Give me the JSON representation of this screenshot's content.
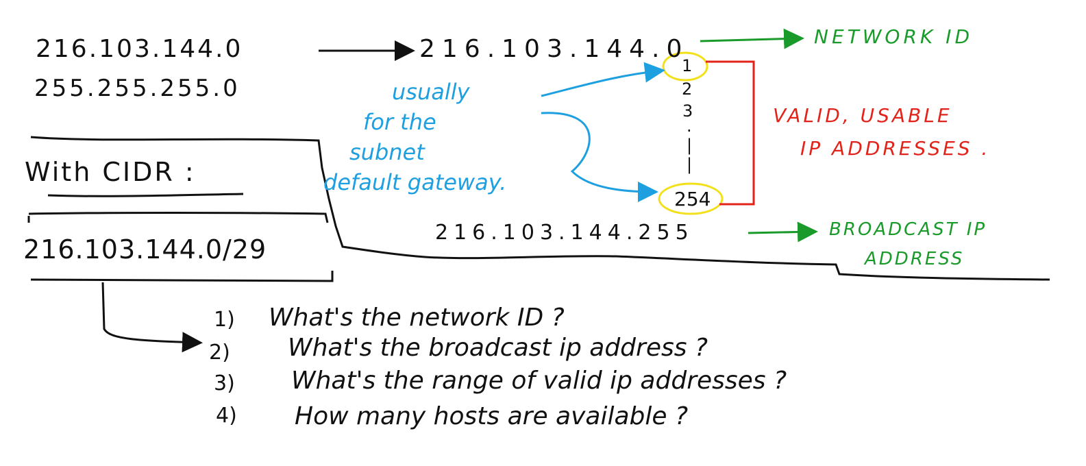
{
  "top": {
    "ip_left": "216.103.144.0",
    "mask": "255.255.255.0",
    "network_ip": "216.103.144.0",
    "network_label": "NETWORK ID",
    "range_list": [
      "1",
      "2",
      "3",
      ".",
      "|",
      "|",
      "254"
    ],
    "valid_label_line1": "VALID, USABLE",
    "valid_label_line2": "IP ADDRESSES .",
    "gateway_note": [
      "usually",
      "for the",
      "subnet",
      "default gateway."
    ],
    "broadcast_ip": "216.103.144.255",
    "broadcast_label_line1": "BROADCAST IP",
    "broadcast_label_line2": "ADDRESS"
  },
  "cidr": {
    "heading": "With CIDR :",
    "notation": "216.103.144.0/29"
  },
  "questions": [
    {
      "num": "1)",
      "text": "What's the network ID ?"
    },
    {
      "num": "2)",
      "text": "What's the broadcast ip address ?"
    },
    {
      "num": "3)",
      "text": "What's the range of valid ip addresses ?"
    },
    {
      "num": "4)",
      "text": "How many hosts are available ?"
    }
  ],
  "colors": {
    "ink": "#111111",
    "green": "#1a9a2a",
    "red": "#e2231a",
    "blue": "#1ea0e0",
    "yellow": "#f2e01a"
  }
}
